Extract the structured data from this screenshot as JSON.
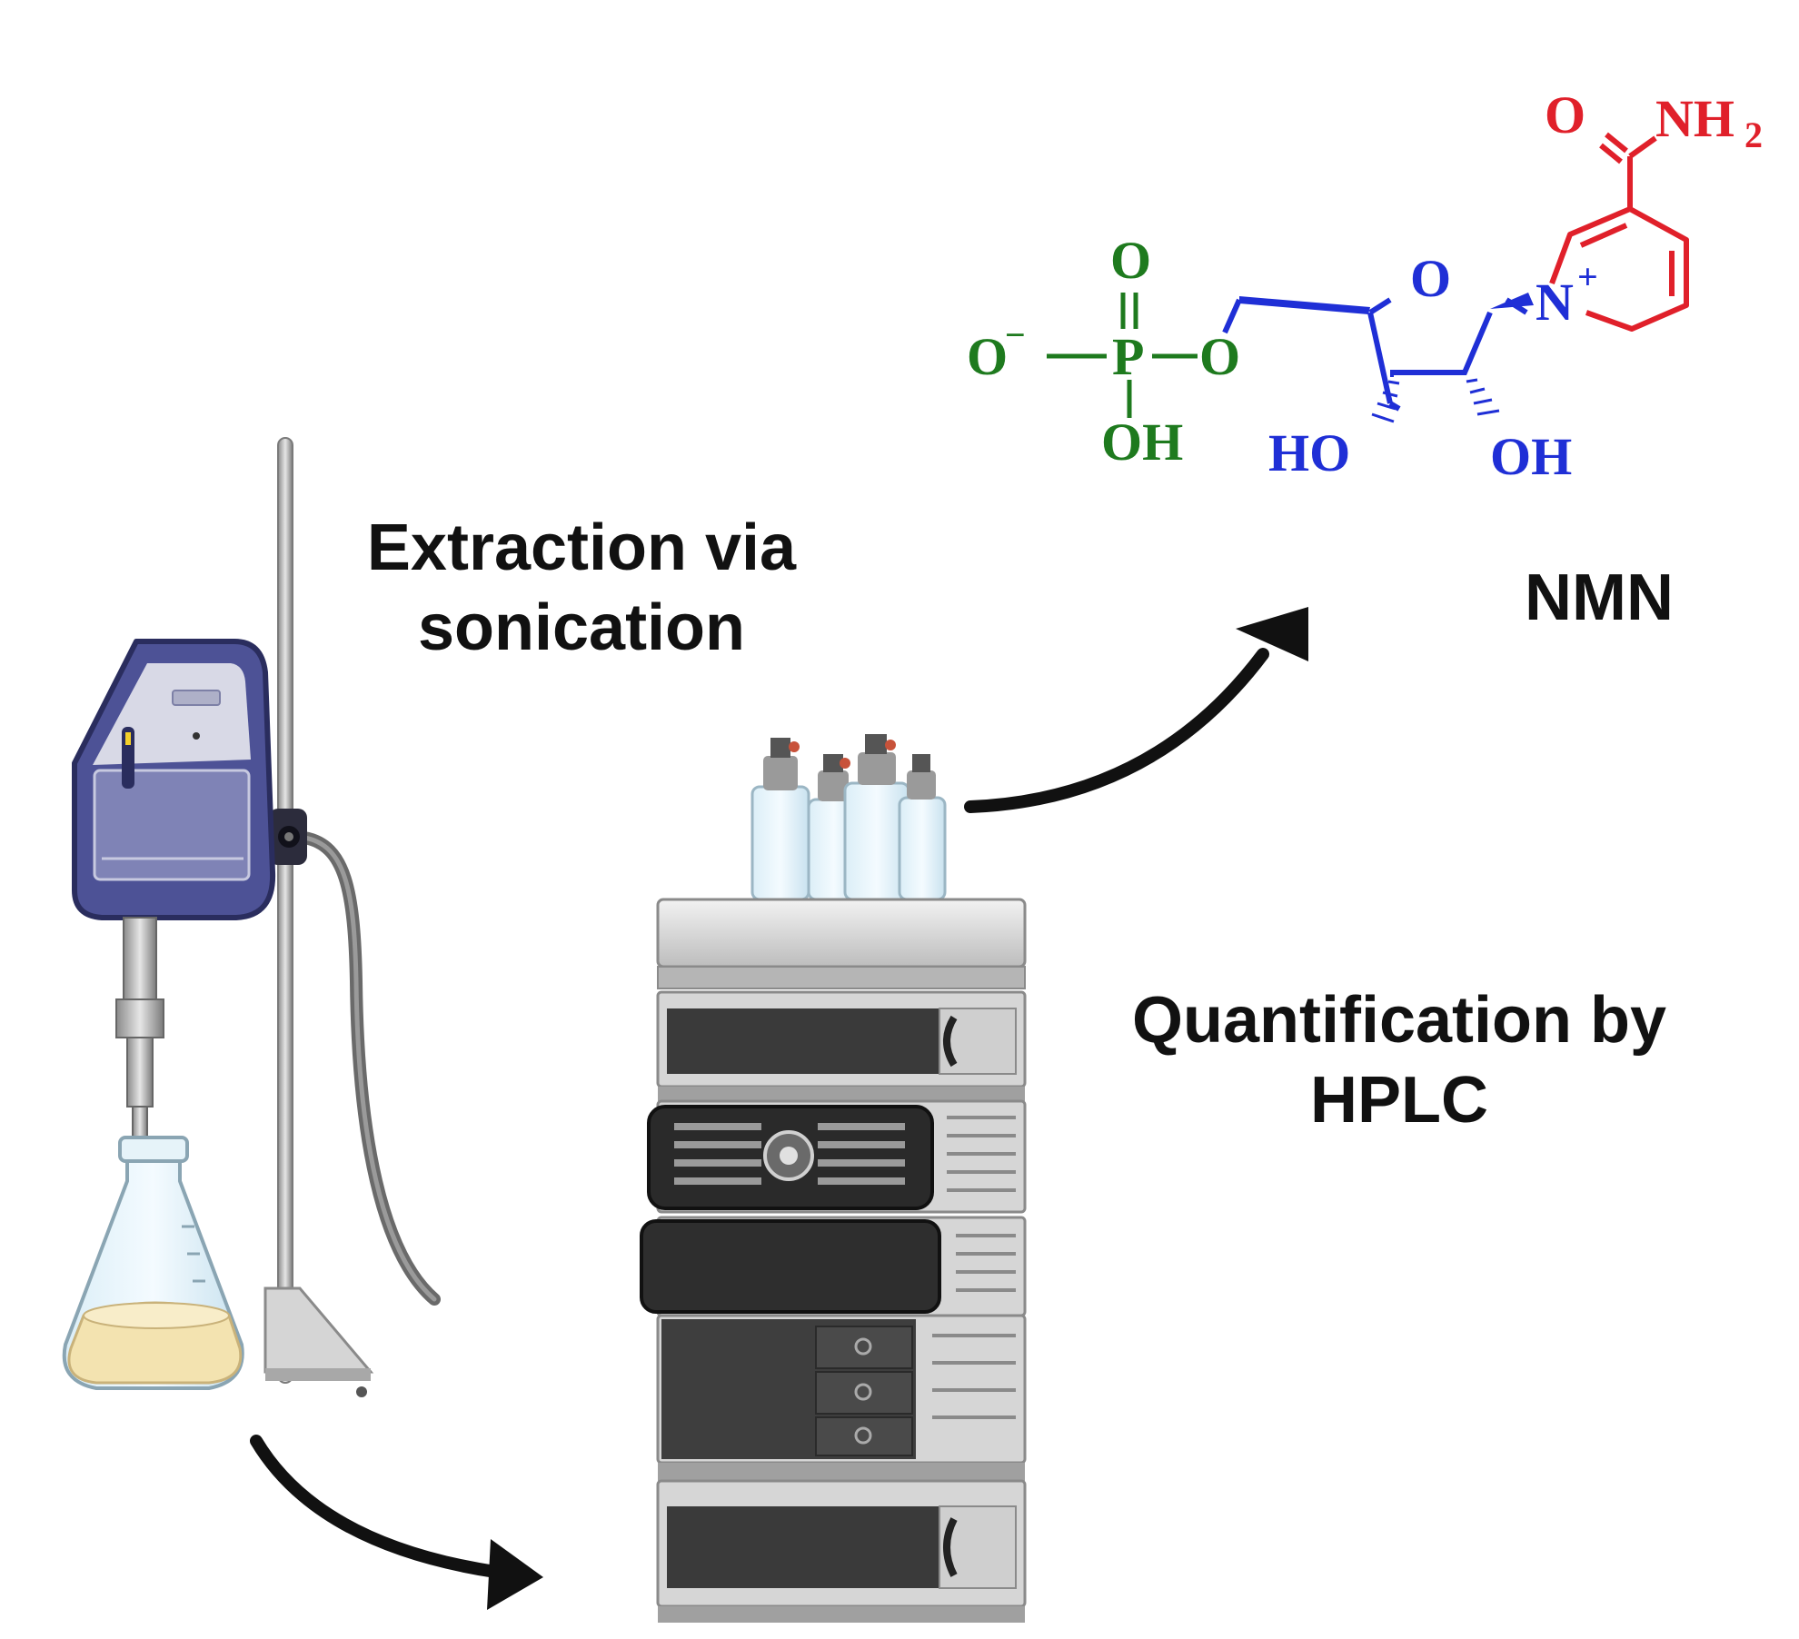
{
  "labels": {
    "extraction_line1": "Extraction via",
    "extraction_line2": "sonication",
    "compound": "NMN",
    "quant_line1": "Quantification by",
    "quant_line2": "HPLC"
  },
  "molecule": {
    "atoms": {
      "o_carbonyl": "O",
      "nh2": "NH",
      "nh2_sub": "2",
      "n_plus": "N",
      "plus": "+",
      "ring_o": "O",
      "p_double_o": "O",
      "o_minus": "O",
      "minus": "−",
      "p": "P",
      "ester_o": "O",
      "p_oh": "OH",
      "ho_left": "HO",
      "oh_right": "OH"
    }
  },
  "colors": {
    "phosphate": "#1e7a1e",
    "ribose": "#1f2fd6",
    "nicotinamide": "#e0202a",
    "arrow": "#111111",
    "sonicator_body": "#4d5296",
    "sonicator_panel": "#d8d9e6",
    "liquid": "#f3e3b0",
    "hplc_dark": "#3a3a3a",
    "hplc_light": "#d6d6d6"
  },
  "icons": [
    "sonicator-icon",
    "erlenmeyer-flask-icon",
    "hplc-instrument-icon",
    "solvent-bottles-icon"
  ]
}
